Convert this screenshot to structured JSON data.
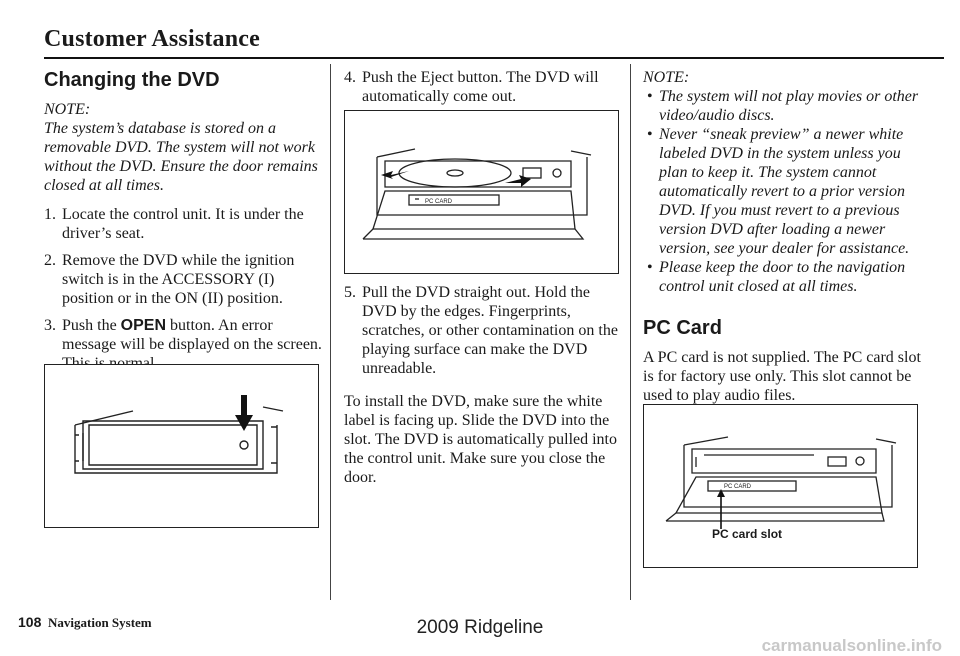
{
  "header": {
    "title": "Customer Assistance"
  },
  "col1": {
    "title": "Changing the DVD",
    "note_label": "NOTE:",
    "note_text": "The system’s database is stored on a removable DVD. The system will not work without the DVD. Ensure the door remains closed at all times.",
    "steps": [
      {
        "num": "1.",
        "text": "Locate the control unit. It is under the driver’s seat."
      },
      {
        "num": "2.",
        "text": "Remove the DVD while the ignition switch is in the ACCESSORY (I) position or in the ON (II) position."
      },
      {
        "num": "3.",
        "pre": "Push the ",
        "keyword": "OPEN",
        "post": " button. An error message will be displayed on the screen. This is normal."
      }
    ]
  },
  "col2": {
    "steps": [
      {
        "num": "4.",
        "text": "Push the Eject button. The DVD will automatically come out."
      },
      {
        "num": "5.",
        "text": "Pull the DVD straight out. Hold the DVD by the edges. Fingerprints, scratches, or other contamination on the playing surface can make the DVD unreadable."
      }
    ],
    "paragraph": "To install the DVD, make sure the white label is facing up. Slide the DVD into the slot. The DVD is automatically pulled into the control unit. Make sure you close the door.",
    "fig_label": "PC CARD"
  },
  "col3": {
    "note_label": "NOTE:",
    "bullets": [
      "The system will not play movies or other video/audio discs.",
      "Never “sneak preview” a newer white labeled DVD in the system unless you plan to keep it. The system cannot automatically revert to a prior version DVD. If you must revert to a previous version DVD after loading a newer version, see your dealer for assistance.",
      "Please keep the door to the navigation control unit closed at all times."
    ],
    "pc_title": "PC Card",
    "pc_text": "A PC card is not supplied. The PC card slot is for factory use only. This slot cannot be used to play audio files.",
    "fig_label": "PC CARD",
    "fig_caption": "PC card slot"
  },
  "footer": {
    "page_number": "108",
    "label": "Navigation System",
    "watermark": "2009  Ridgeline",
    "site": "carmanualsonline.info"
  }
}
